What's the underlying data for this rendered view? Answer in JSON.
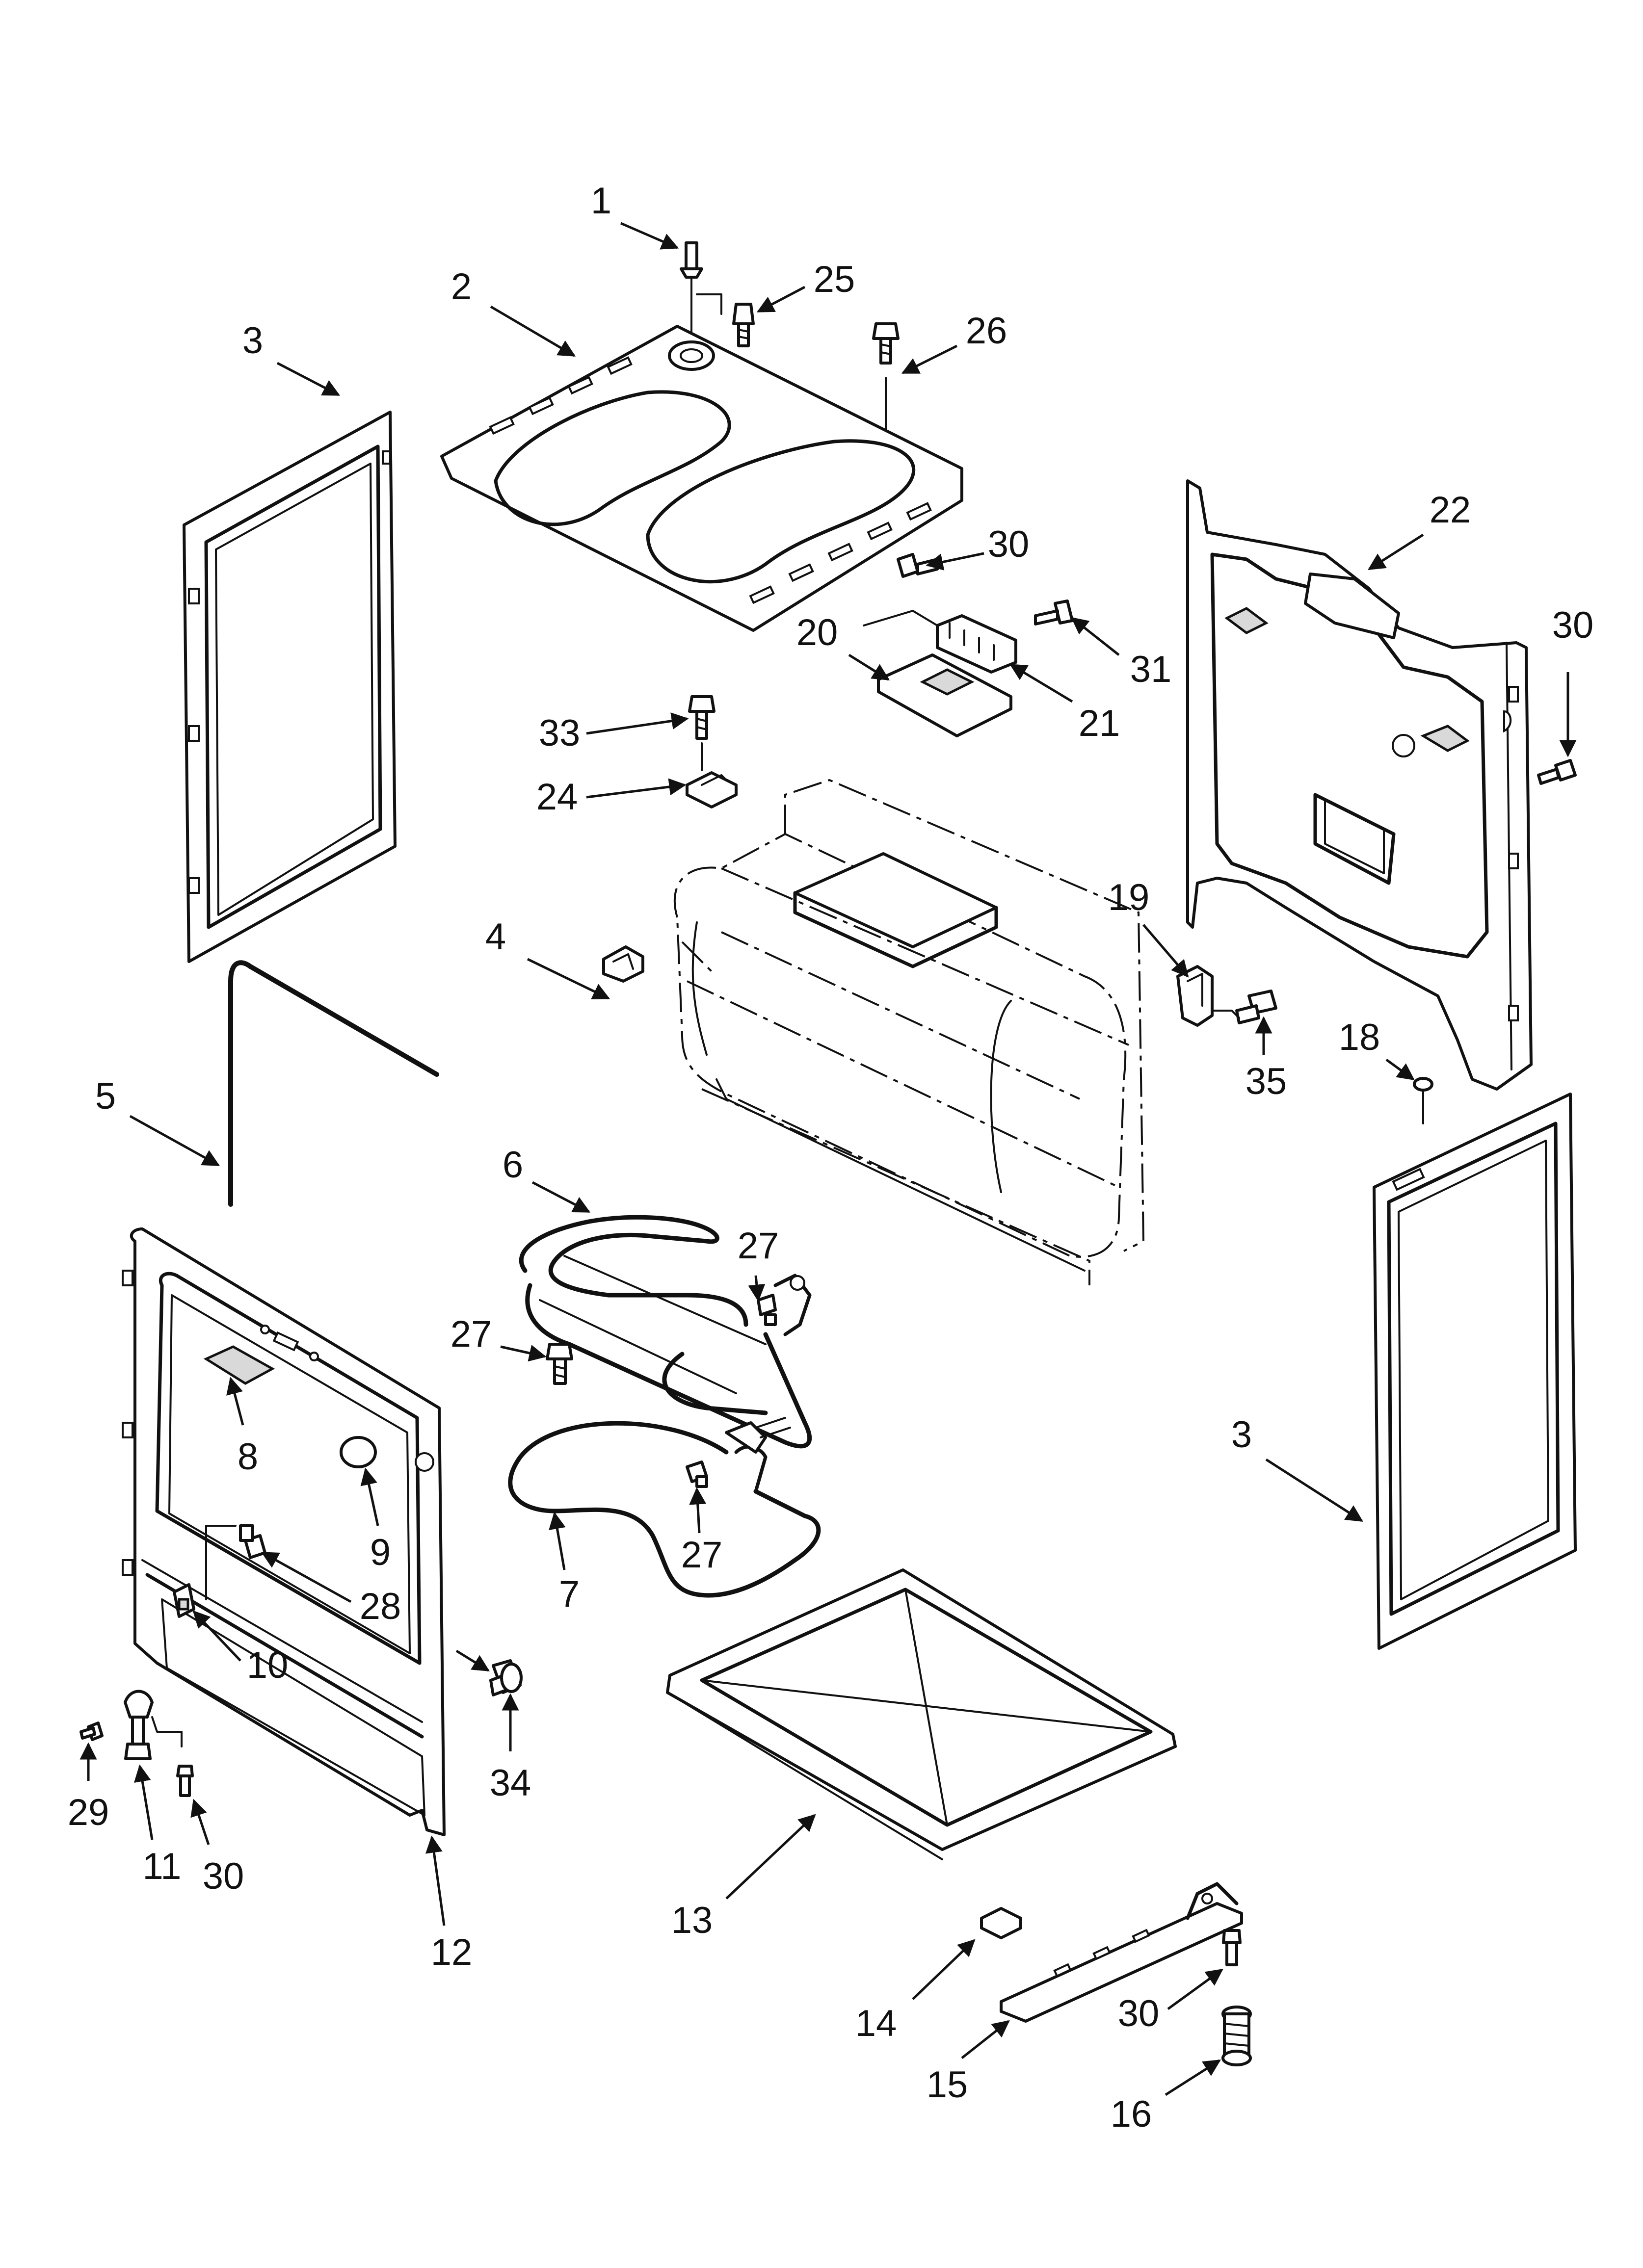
{
  "callouts": [
    {
      "id": "c1",
      "text": "1"
    },
    {
      "id": "c2",
      "text": "2"
    },
    {
      "id": "c3a",
      "text": "3"
    },
    {
      "id": "c3b",
      "text": "3"
    },
    {
      "id": "c4",
      "text": "4"
    },
    {
      "id": "c5",
      "text": "5"
    },
    {
      "id": "c6",
      "text": "6"
    },
    {
      "id": "c7",
      "text": "7"
    },
    {
      "id": "c8",
      "text": "8"
    },
    {
      "id": "c9",
      "text": "9"
    },
    {
      "id": "c10",
      "text": "10"
    },
    {
      "id": "c11",
      "text": "11"
    },
    {
      "id": "c12",
      "text": "12"
    },
    {
      "id": "c13",
      "text": "13"
    },
    {
      "id": "c14",
      "text": "14"
    },
    {
      "id": "c15",
      "text": "15"
    },
    {
      "id": "c16",
      "text": "16"
    },
    {
      "id": "c18",
      "text": "18"
    },
    {
      "id": "c19",
      "text": "19"
    },
    {
      "id": "c20",
      "text": "20"
    },
    {
      "id": "c21",
      "text": "21"
    },
    {
      "id": "c22",
      "text": "22"
    },
    {
      "id": "c24",
      "text": "24"
    },
    {
      "id": "c25",
      "text": "25"
    },
    {
      "id": "c26",
      "text": "26"
    },
    {
      "id": "c27a",
      "text": "27"
    },
    {
      "id": "c27b",
      "text": "27"
    },
    {
      "id": "c27c",
      "text": "27"
    },
    {
      "id": "c28",
      "text": "28"
    },
    {
      "id": "c29",
      "text": "29"
    },
    {
      "id": "c30a",
      "text": "30"
    },
    {
      "id": "c30b",
      "text": "30"
    },
    {
      "id": "c30c",
      "text": "30"
    },
    {
      "id": "c30d",
      "text": "30"
    },
    {
      "id": "c31",
      "text": "31"
    },
    {
      "id": "c33",
      "text": "33"
    },
    {
      "id": "c34",
      "text": "34"
    },
    {
      "id": "c35",
      "text": "35"
    }
  ]
}
